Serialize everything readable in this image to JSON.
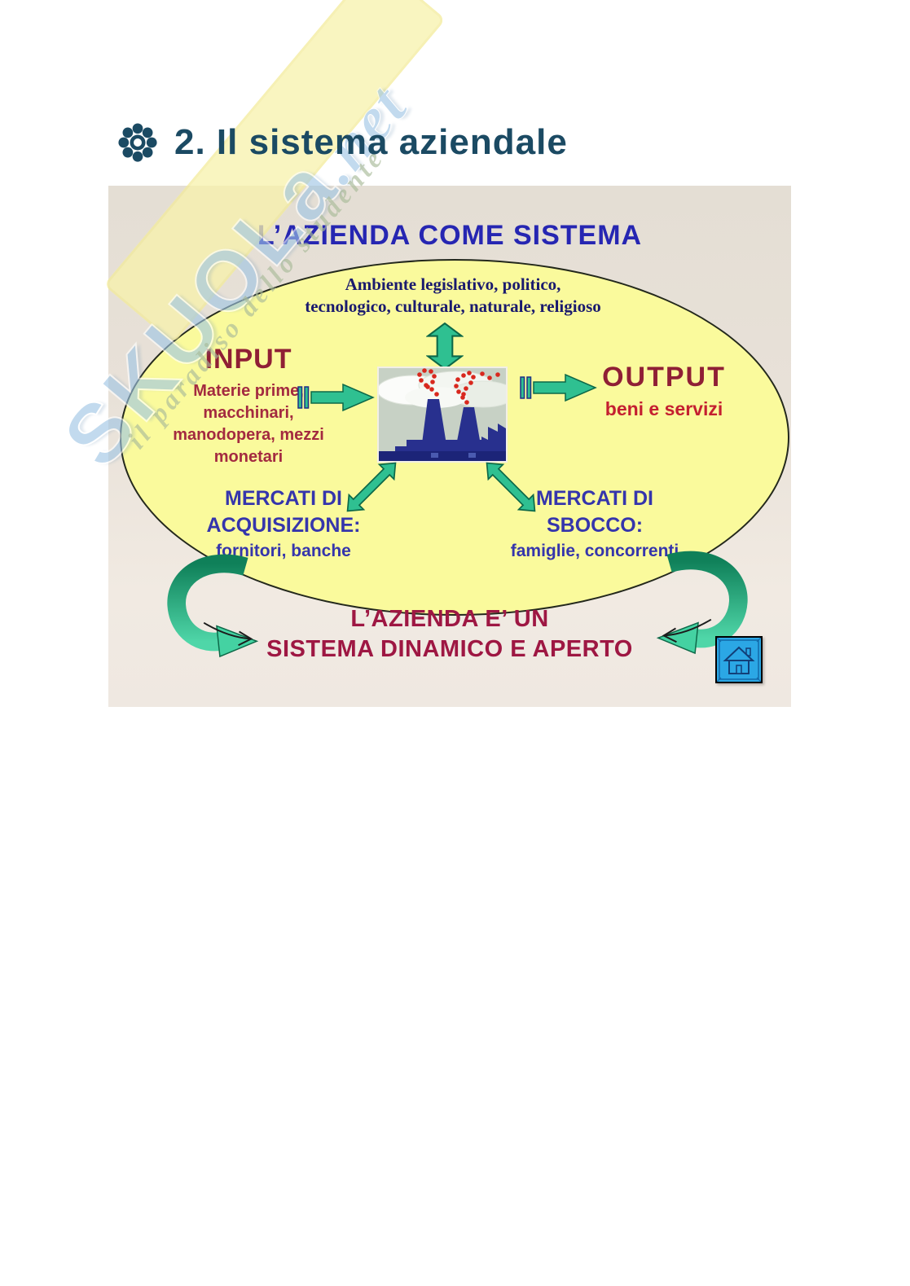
{
  "page": {
    "title": "2. Il sistema aziendale"
  },
  "watermark": {
    "brand": "SKUOLa",
    "suffix": ".net",
    "tagline": "il paradiso dello studente"
  },
  "slide": {
    "title": "L’AZIENDA COME SISTEMA",
    "environment": {
      "lines": [
        "Ambiente legislativo, politico,",
        "tecnologico, culturale, naturale, religioso"
      ]
    },
    "input": {
      "label": "INPUT",
      "lines": [
        "Materie prime,",
        "macchinari,",
        "manodopera, mezzi",
        "monetari"
      ]
    },
    "output": {
      "label": "OUTPUT",
      "detail": "beni e servizi"
    },
    "market_acquisition": {
      "lines": [
        "MERCATI DI",
        "ACQUISIZIONE:"
      ],
      "detail": "fornitori, banche"
    },
    "market_outlet": {
      "lines": [
        "MERCATI DI",
        "SBOCCO:"
      ],
      "detail": "famiglie, concorrenti"
    },
    "footer": {
      "lines": [
        "L’AZIENDA E’ UN",
        "SISTEMA DINAMICO E APERTO"
      ]
    }
  },
  "colors": {
    "header_teal": "#1b4a63",
    "slide_title_blue": "#2626b2",
    "environment_navy": "#1a1a6e",
    "io_maroon": "#8f1f35",
    "detail_red": "#c41f30",
    "market_blue": "#3535ac",
    "footer_crimson": "#9e1743",
    "arrow_green": "#2fc091",
    "ellipse_yellow": "#fafa9c",
    "panel_beige": "#e9e2d9",
    "home_button_blue": "#2ba7e5"
  }
}
